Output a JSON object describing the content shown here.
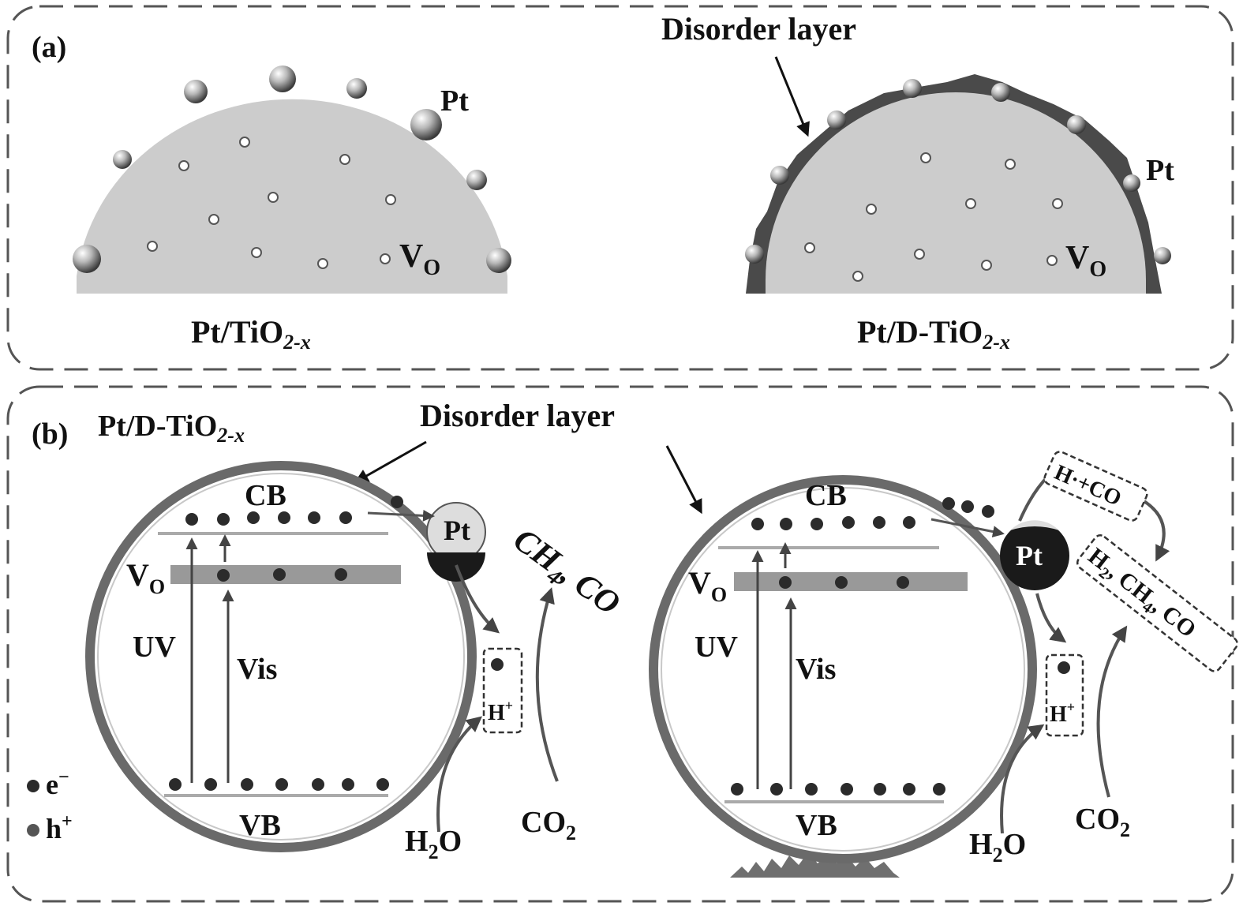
{
  "panel_a": {
    "tag": "(a)",
    "pt_label_left": "Pt",
    "vo_label_left": "V",
    "vo_sub_left": "O",
    "caption_left_main": "Pt/TiO",
    "caption_left_sub": "2-x",
    "disorder_label": "Disorder layer",
    "pt_label_right": "Pt",
    "vo_label_right": "V",
    "vo_sub_right": "O",
    "caption_right_main": "Pt/D-TiO",
    "caption_right_sub": "2-x"
  },
  "panel_b": {
    "tag": "(b)",
    "title_main": "Pt/D-TiO",
    "title_sub": "2-x",
    "disorder_label": "Disorder layer",
    "cb": "CB",
    "vb": "VB",
    "vo": "V",
    "vo_sub": "O",
    "uv": "UV",
    "vis": "Vis",
    "pt": "Pt",
    "h_plus": "H",
    "plus_sup": "+",
    "h2o_h": "H",
    "h2o_sub": "2",
    "h2o_o": "O",
    "co2_main": "CO",
    "co2_sub": "2",
    "products_left_ch": "CH",
    "products_left_sub": "4",
    "products_left_rest": ", CO",
    "h_dot_co": "H·+CO",
    "products_right_h": "H",
    "products_right_sub1": "2",
    "products_right_ch": ", CH",
    "products_right_sub2": "4",
    "products_right_rest": ",  CO",
    "legend_e": "e",
    "legend_e_sup": "−",
    "legend_h": "h",
    "legend_h_sup": "+"
  },
  "colors": {
    "frame": "#555555",
    "particle": "#cccccc",
    "disorder": "#4a4a4a",
    "shell": "#6a6a6a",
    "band": "#999999",
    "electron": "#2b2b2b",
    "pt_dark": "#1a1a1a",
    "pt_light": "#dddddd"
  }
}
